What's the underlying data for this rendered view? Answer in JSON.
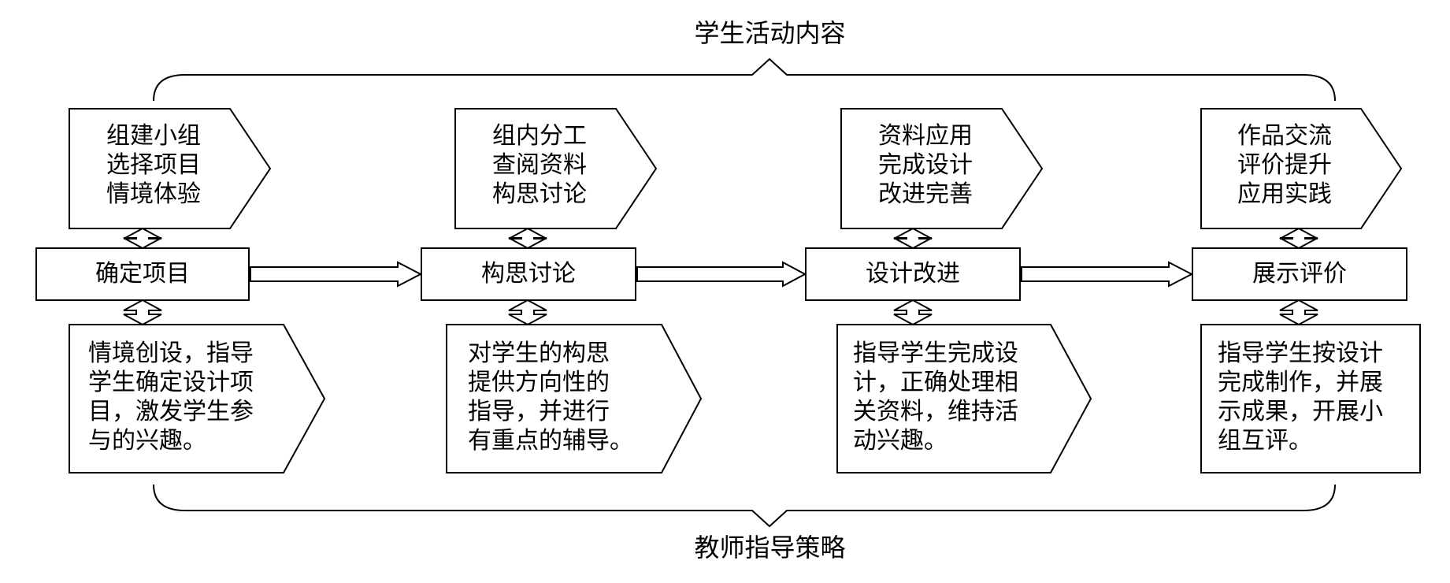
{
  "top_label": "学生活动内容",
  "bottom_label": "教师指导策略",
  "stages": [
    {
      "name": "确定项目",
      "student_activity": "组建小组\n选择项目\n情境体验",
      "teacher_strategy": "情境创设，指导\n学生确定设计项\n目，激发学生参\n与的兴趣。"
    },
    {
      "name": "构思讨论",
      "student_activity": "组内分工\n查阅资料\n构思讨论",
      "teacher_strategy": "对学生的构思\n提供方向性的\n指导，并进行\n有重点的辅导。"
    },
    {
      "name": "设计改进",
      "student_activity": "资料应用\n完成设计\n改进完善",
      "teacher_strategy": "指导学生完成设\n计，正确处理相\n关资料，维持活\n动兴趣。"
    },
    {
      "name": "展示评价",
      "student_activity": "作品交流\n评价提升\n应用实践",
      "teacher_strategy": "指导学生按设计\n完成制作，并展\n示成果，开展小\n组互评。"
    }
  ]
}
